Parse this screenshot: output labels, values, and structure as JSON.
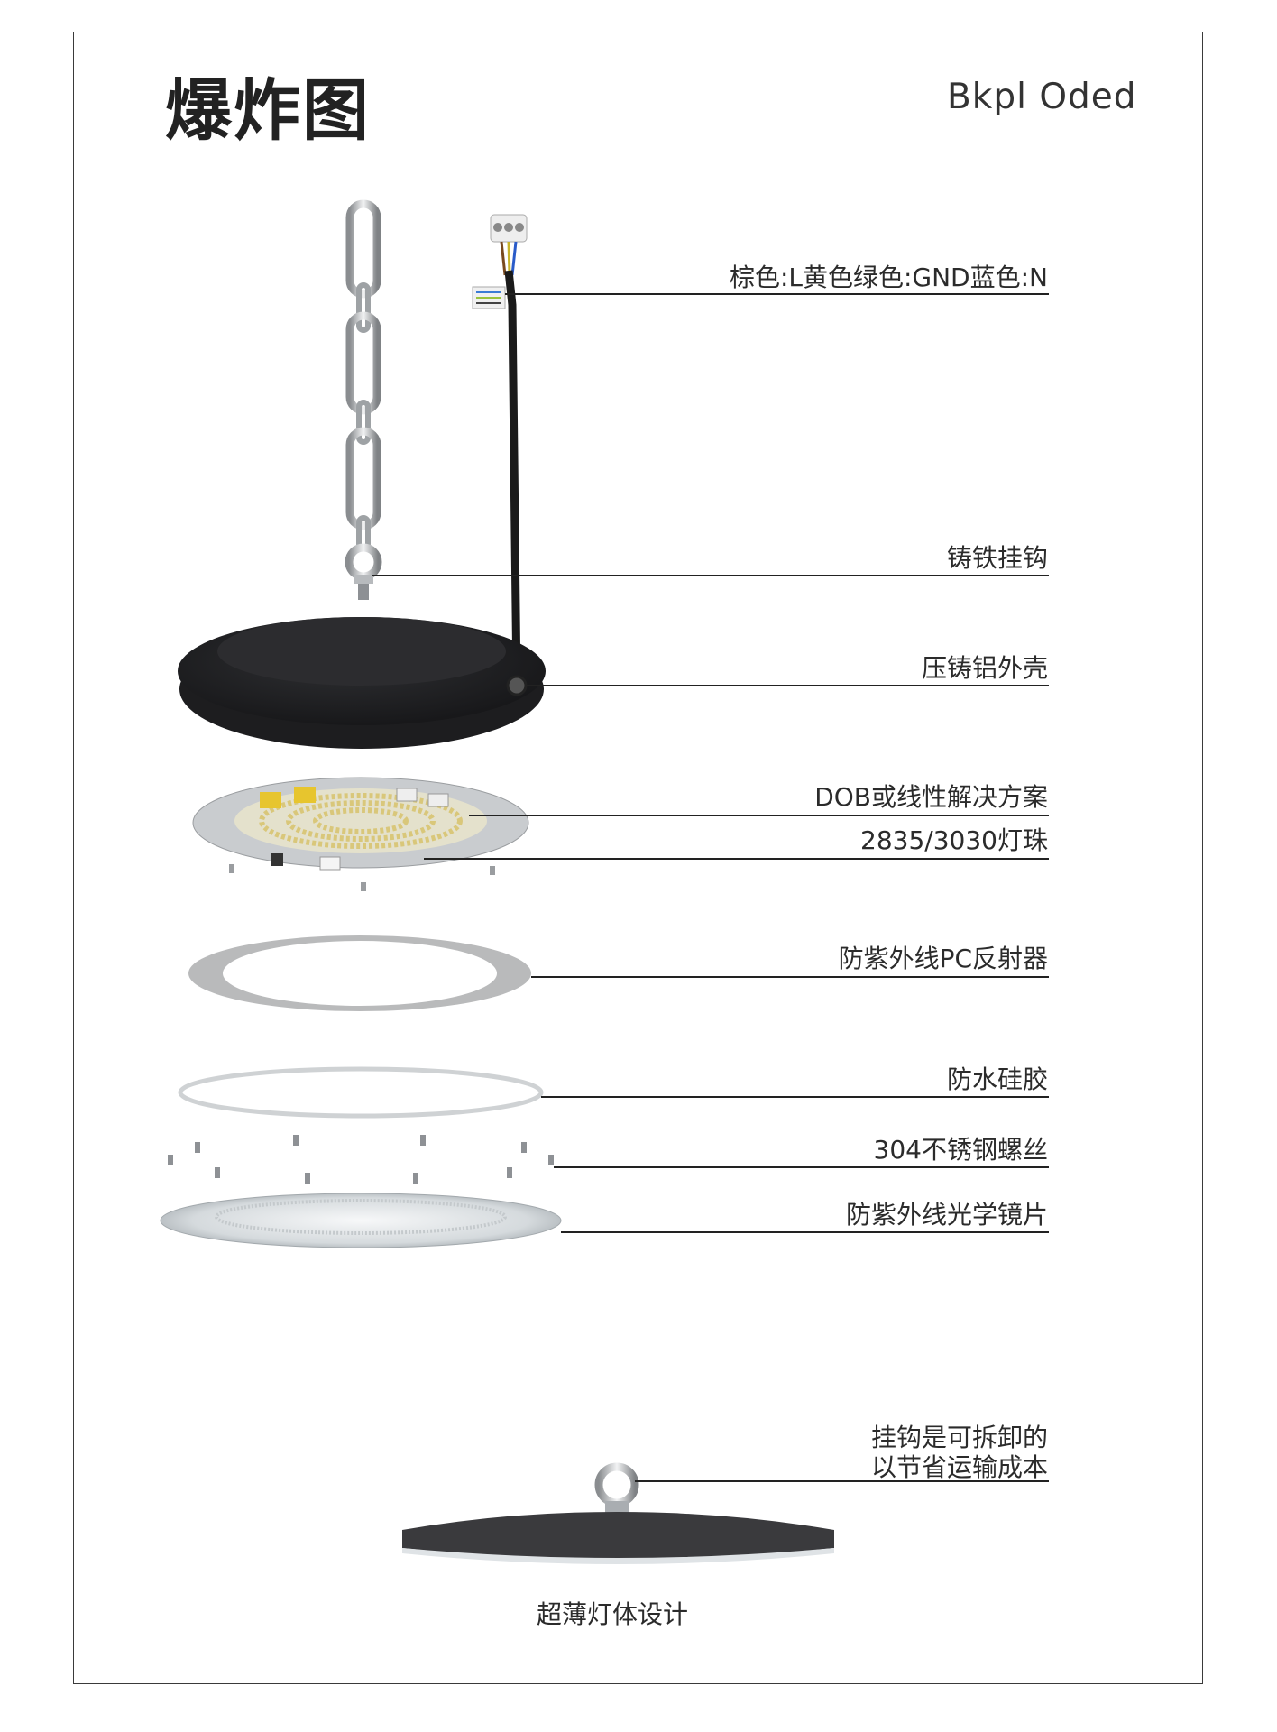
{
  "title": "爆炸图",
  "brand": "Bkpl Oded",
  "labels": {
    "wire_colors": "棕色:L黄色绿色:GND蓝色:N",
    "hook": "铸铁挂钩",
    "housing": "压铸铝外壳",
    "dob_solution": "DOB或线性解决方案",
    "leds": "2835/3030灯珠",
    "reflector": "防紫外线PC反射器",
    "gasket": "防水硅胶",
    "screws": "304不锈钢螺丝",
    "lens": "防紫外线光学镜片",
    "detachable_line1": "挂钩是可拆卸的",
    "detachable_line2": "以节省运输成本"
  },
  "caption": "超薄灯体设计",
  "colors": {
    "housing": "#2a2a2c",
    "pcb": "#d4d6d8",
    "led": "#f2e6a6",
    "reflector": "#b9babb",
    "lens": "#dfe3e6",
    "line": "#222222"
  }
}
